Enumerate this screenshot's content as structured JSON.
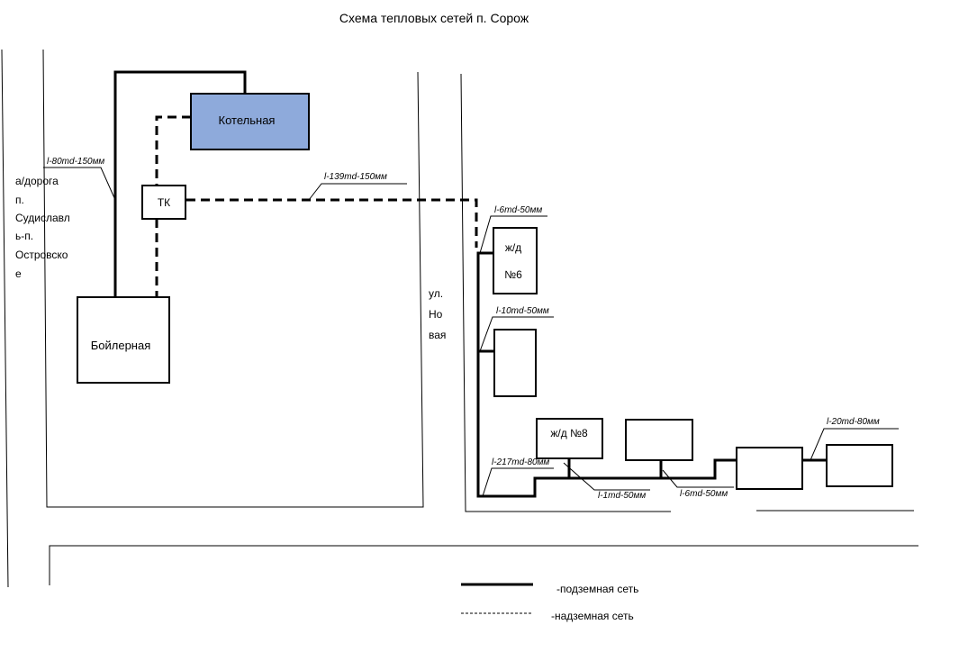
{
  "title": "Схема тепловых сетей п. Сорож",
  "buildings": {
    "kotelnaya": "Котельная",
    "tk": "ТК",
    "boilernaya": "Бойлерная",
    "zhd6": [
      "ж/д",
      "№6"
    ],
    "zhd8": "ж/д №8"
  },
  "road_label": [
    "а/дорога",
    "п.",
    "Судиславл",
    "ь-п.",
    "Островско",
    "е"
  ],
  "street_label": [
    "ул.",
    "Но",
    "вая"
  ],
  "pipe_labels": {
    "l80": "l-80md-150мм",
    "l139": "l-139md-150мм",
    "l6a": "l-6md-50мм",
    "l10": "l-10md-50мм",
    "l217": "l-217md-80мм",
    "l1": "l-1md-50мм",
    "l6b": "l-6md-50мм",
    "l20": "l-20md-80мм"
  },
  "legend": {
    "underground": "-подземная сеть",
    "overground": "-надземная сеть"
  },
  "colors": {
    "kotelnaya_fill": "#8eaadb",
    "line": "#000000"
  }
}
